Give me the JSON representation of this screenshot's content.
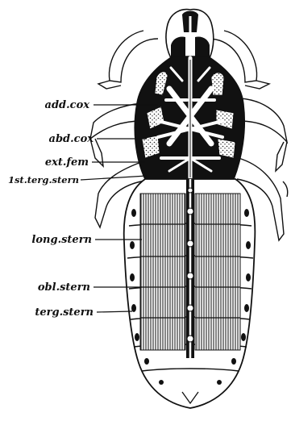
{
  "figure": {
    "labels": [
      {
        "id": "add-cox",
        "text": "add.cox"
      },
      {
        "id": "abd-cox",
        "text": "abd.cox"
      },
      {
        "id": "ext-fem",
        "text": "ext.fem"
      },
      {
        "id": "first-terg-stern",
        "text": "1st.terg.stern"
      },
      {
        "id": "long-stern",
        "text": "long.stern"
      },
      {
        "id": "obl-stern",
        "text": "obl.stern"
      },
      {
        "id": "terg-stern",
        "text": "terg.stern"
      }
    ]
  },
  "colors": {
    "ink": "#111111",
    "paper": "#ffffff",
    "muscle": "#c8c8c8"
  }
}
